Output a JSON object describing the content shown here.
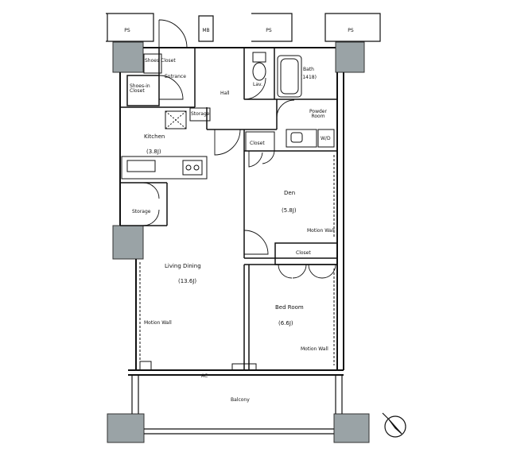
{
  "rooms": {
    "shoes_closet": "Shoes Closet",
    "entrance": "Entrance",
    "shoes_in_closet": "Shoes-in Closet",
    "hall": "Hall",
    "lav": "Lav.",
    "bath": "Bath",
    "bath_size": "(1418)",
    "powder_room": "Powder Room",
    "wd": "W/D",
    "storage_small": "Storage",
    "closet_den": "Closet",
    "kitchen": "Kitchen",
    "kitchen_size": "(3.8J)",
    "den": "Den",
    "den_size": "(5.8J)",
    "storage": "Storage",
    "living_dining": "Living Dining",
    "living_dining_size": "(13.6J)",
    "closet_bed": "Closet",
    "bedroom": "Bed Room",
    "bedroom_size": "(6.6J)",
    "balcony": "Balcony"
  },
  "notes": {
    "ps": "PS",
    "mb": "MB",
    "motion_wall": "Motion Wall",
    "ac": "AC"
  },
  "colors": {
    "wall": "#9aa3a6",
    "line": "#111111"
  },
  "icons": {
    "compass": "north-arrow-icon"
  }
}
